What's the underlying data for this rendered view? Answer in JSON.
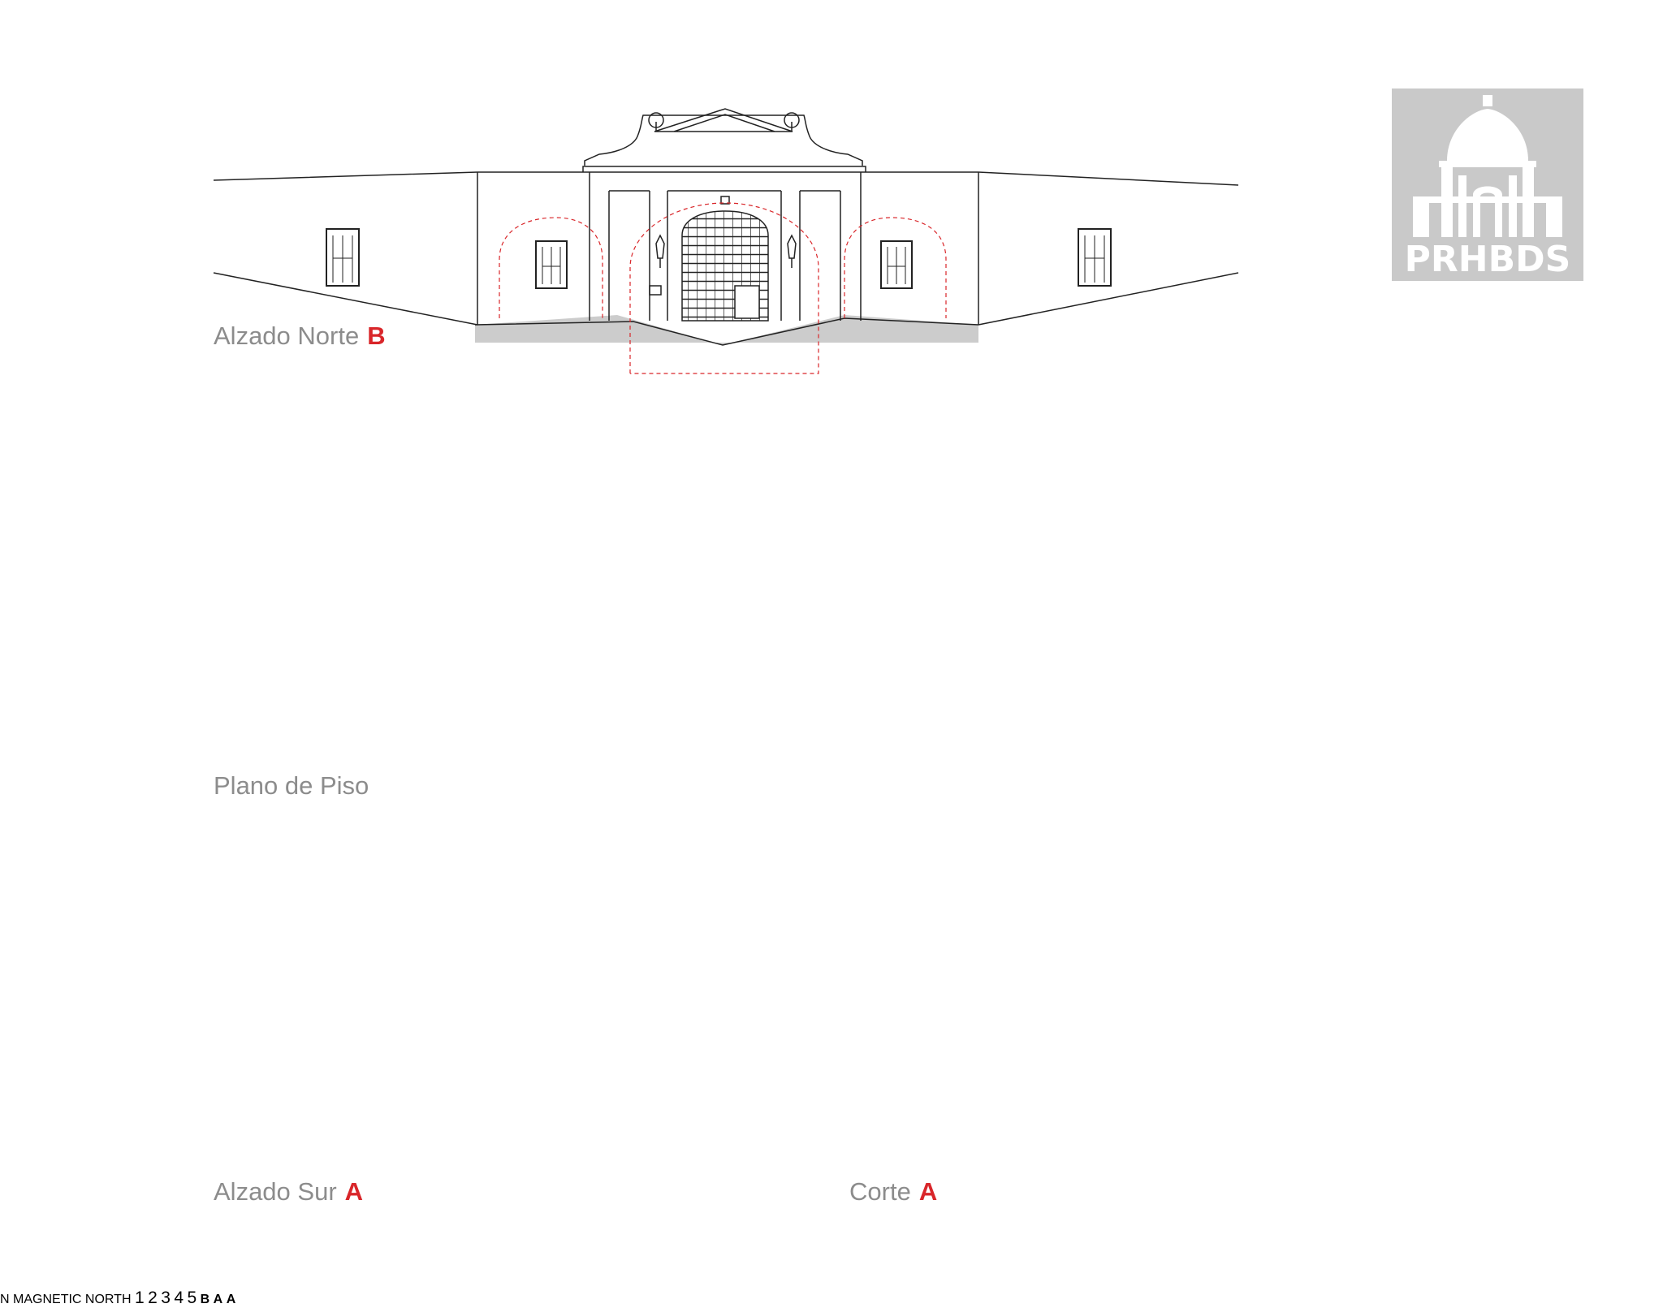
{
  "logo": {
    "text": "PRHBDS",
    "bg": "#c9c9c9"
  },
  "captions": {
    "north": {
      "text": "Alzado Norte",
      "mark": "B"
    },
    "plan": {
      "text": "Plano de Piso"
    },
    "south": {
      "text": "Alzado Sur",
      "mark": "A"
    },
    "section": {
      "text": "Corte",
      "mark": "A"
    }
  },
  "plan_markers": {
    "top": "B",
    "bottom": "A",
    "section": "A"
  },
  "rooms": [
    "1",
    "2",
    "3",
    "4",
    "5"
  ],
  "compass": {
    "north": "N",
    "magnetic": "MAGNETIC NORTH"
  },
  "colors": {
    "accent": "#d9262a",
    "wall": "#cccccc",
    "text": "#8c8c8c",
    "compass": "#c0392b"
  }
}
